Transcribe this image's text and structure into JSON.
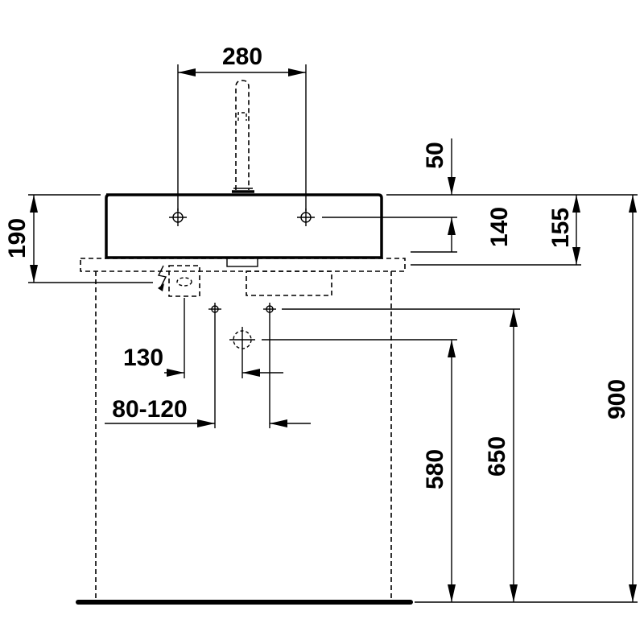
{
  "dimensions": {
    "top_width": "280",
    "tap_height": "50",
    "basin_height_140": "140",
    "basin_height_155": "155",
    "left_height": "190",
    "total_height": "900",
    "height_650": "650",
    "height_580": "580",
    "offset_130": "130",
    "range_80_120": "80-120"
  }
}
